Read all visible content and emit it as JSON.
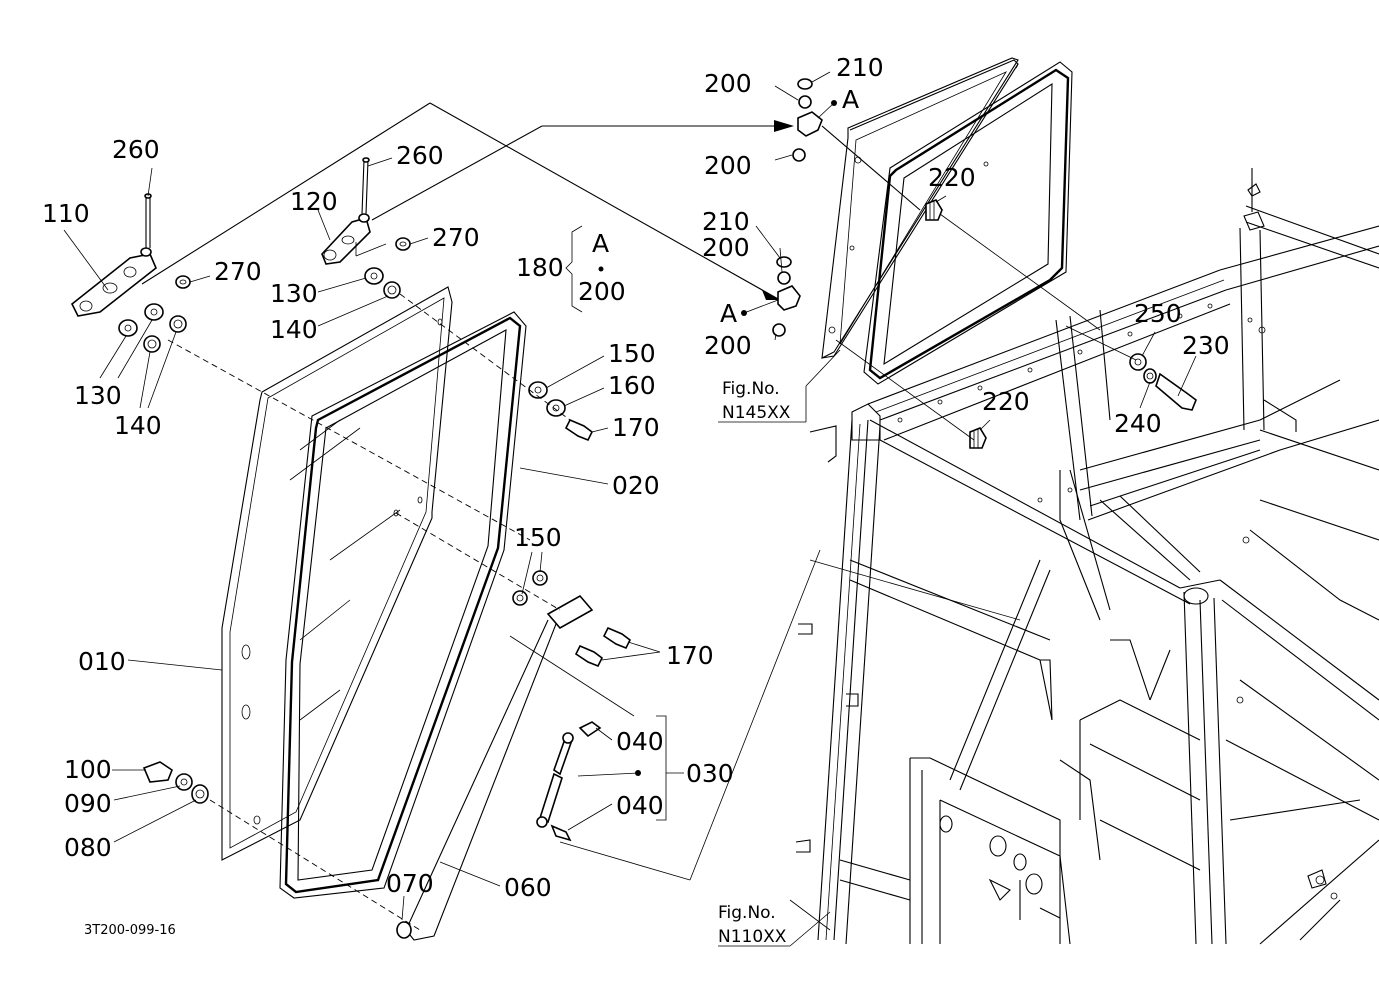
{
  "parts": {
    "p010": "010",
    "p020": "020",
    "p030": "030",
    "p040a": "040",
    "p040b": "040",
    "p060": "060",
    "p070": "070",
    "p080": "080",
    "p090": "090",
    "p100": "100",
    "p110": "110",
    "p120": "120",
    "p130a": "130",
    "p130b": "130",
    "p140a": "140",
    "p140b": "140",
    "p150a": "150",
    "p150b": "150",
    "p160": "160",
    "p170a": "170",
    "p170b": "170",
    "p180": "180",
    "p200a": "200",
    "p200b": "200",
    "p200c": "200",
    "p200d": "200",
    "p200e": "200",
    "p210a": "210",
    "p210b": "210",
    "p220a": "220",
    "p220b": "220",
    "p230": "230",
    "p240": "240",
    "p250": "250",
    "p260a": "260",
    "p260b": "260",
    "p270a": "270",
    "p270b": "270"
  },
  "refs": {
    "a1": "A",
    "a2": "A",
    "a3": "A"
  },
  "fig_refs": {
    "fig1_label": "Fig.No.",
    "fig1_code": "N145XX",
    "fig2_label": "Fig.No.",
    "fig2_code": "N110XX"
  },
  "drawing_code": "3T200-099-16"
}
